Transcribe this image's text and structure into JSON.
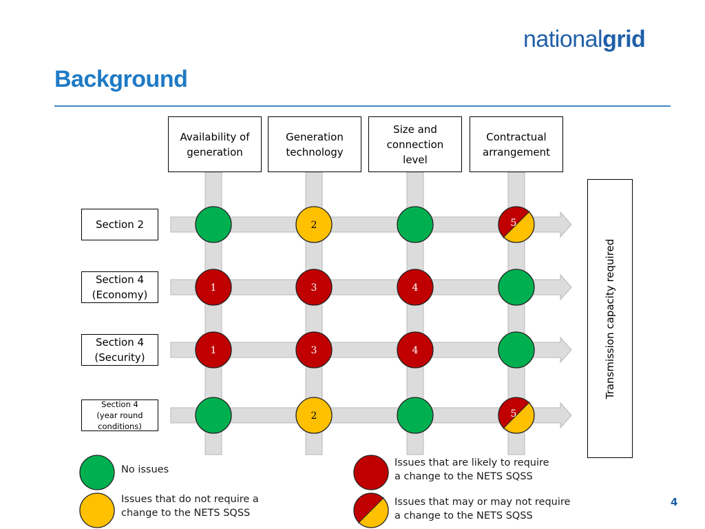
{
  "logo": {
    "prefix": "national",
    "bold": "grid"
  },
  "title": "Background",
  "columns": [
    {
      "label": "Availability of\ngeneration"
    },
    {
      "label": "Generation\ntechnology"
    },
    {
      "label": "Size and\nconnection\nlevel"
    },
    {
      "label": "Contractual\narrangement"
    }
  ],
  "rows": [
    {
      "label": "Section 2",
      "small": false,
      "cells": [
        {
          "status": "green",
          "num": ""
        },
        {
          "status": "yellow",
          "num": "2"
        },
        {
          "status": "green",
          "num": ""
        },
        {
          "status": "split",
          "num": "5"
        }
      ]
    },
    {
      "label": "Section 4\n(Economy)",
      "small": false,
      "cells": [
        {
          "status": "red",
          "num": "1"
        },
        {
          "status": "red",
          "num": "3"
        },
        {
          "status": "red",
          "num": "4"
        },
        {
          "status": "green",
          "num": ""
        }
      ]
    },
    {
      "label": "Section 4\n(Security)",
      "small": false,
      "cells": [
        {
          "status": "red",
          "num": "1"
        },
        {
          "status": "red",
          "num": "3"
        },
        {
          "status": "red",
          "num": "4"
        },
        {
          "status": "green",
          "num": ""
        }
      ]
    },
    {
      "label": "Section 4\n(year round\nconditions)",
      "small": true,
      "cells": [
        {
          "status": "green",
          "num": ""
        },
        {
          "status": "yellow",
          "num": "2"
        },
        {
          "status": "green",
          "num": ""
        },
        {
          "status": "split",
          "num": "5"
        }
      ]
    }
  ],
  "side_label": "Transmission capacity required",
  "legend": [
    {
      "status": "green",
      "text": "No issues"
    },
    {
      "status": "yellow",
      "text": "Issues that do not require a\nchange to the NETS SQSS"
    },
    {
      "status": "red",
      "text": "Issues that are likely to require\na change to the NETS SQSS"
    },
    {
      "status": "split",
      "text": "Issues that may or may not require\na change to the NETS SQSS"
    }
  ],
  "colors": {
    "green": "#00b050",
    "yellow": "#ffc000",
    "red": "#c00000",
    "accent": "#1f7ac4"
  },
  "page_number": "4"
}
